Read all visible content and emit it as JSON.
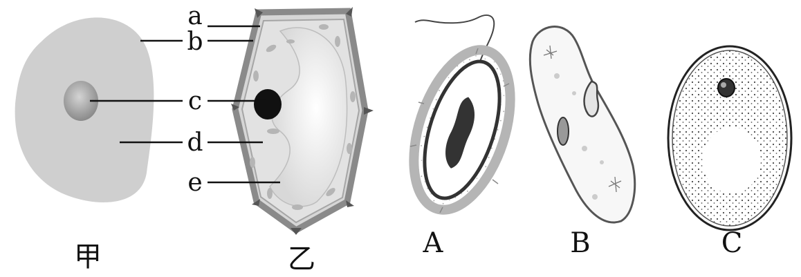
{
  "figure": {
    "captions": {
      "animal_cell": "甲",
      "plant_cell": "乙",
      "organism_a": "A",
      "organism_b": "B",
      "organism_c": "C"
    },
    "part_labels": {
      "a": "a",
      "b": "b",
      "c": "c",
      "d": "d",
      "e": "e"
    }
  }
}
